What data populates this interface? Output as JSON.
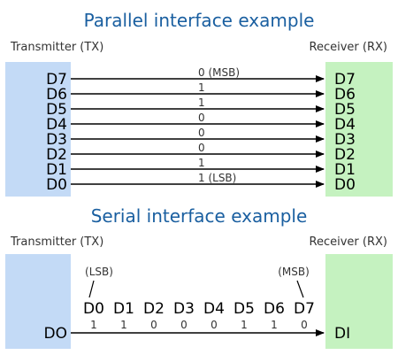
{
  "colors": {
    "title": "#1a5fa0",
    "transmitter": "#c3daf6",
    "receiver": "#c5f2c0",
    "line": "#000000"
  },
  "parallel": {
    "title": "Parallel interface example",
    "tx_label": "Transmitter (TX)",
    "rx_label": "Receiver (RX)",
    "lines": [
      {
        "name": "D7",
        "bit": "0 (MSB)"
      },
      {
        "name": "D6",
        "bit": "1"
      },
      {
        "name": "D5",
        "bit": "1"
      },
      {
        "name": "D4",
        "bit": "0"
      },
      {
        "name": "D3",
        "bit": "0"
      },
      {
        "name": "D2",
        "bit": "0"
      },
      {
        "name": "D1",
        "bit": "1"
      },
      {
        "name": "D0",
        "bit": "1 (LSB)"
      }
    ]
  },
  "serial": {
    "title": "Serial interface example",
    "tx_label": "Transmitter (TX)",
    "rx_label": "Receiver (RX)",
    "tx_pin": "DO",
    "rx_pin": "DI",
    "lsb_note": "(LSB)",
    "msb_note": "(MSB)",
    "sequence": [
      {
        "name": "D0",
        "bit": "1"
      },
      {
        "name": "D1",
        "bit": "1"
      },
      {
        "name": "D2",
        "bit": "0"
      },
      {
        "name": "D3",
        "bit": "0"
      },
      {
        "name": "D4",
        "bit": "0"
      },
      {
        "name": "D5",
        "bit": "1"
      },
      {
        "name": "D6",
        "bit": "1"
      },
      {
        "name": "D7",
        "bit": "0"
      }
    ]
  }
}
